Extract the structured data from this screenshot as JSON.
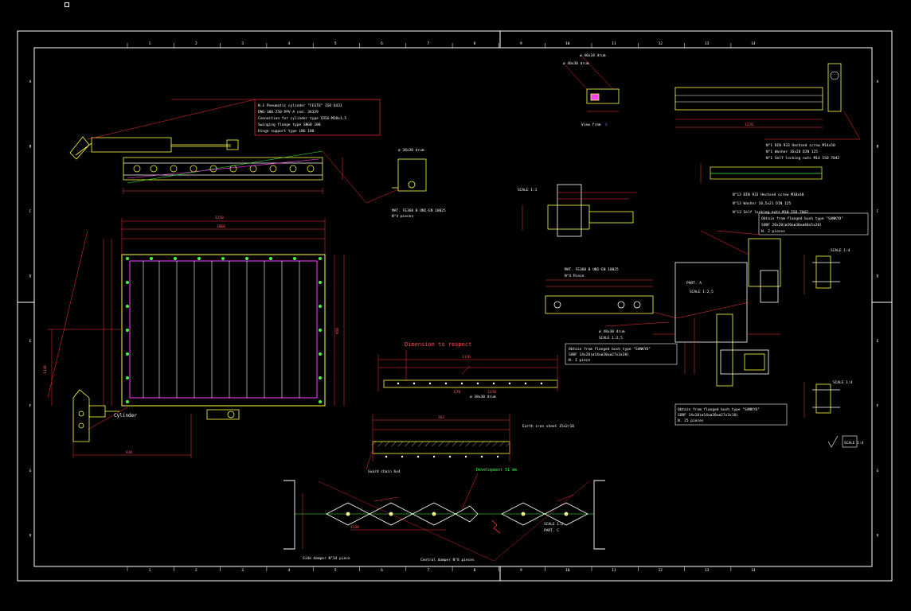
{
  "frame": {
    "zone_numbers": [
      "1",
      "2",
      "3",
      "4",
      "5",
      "6",
      "7",
      "8",
      "9",
      "10",
      "11",
      "12",
      "13",
      "14"
    ],
    "zone_letters": [
      "A",
      "B",
      "C",
      "D",
      "E",
      "F",
      "G",
      "H"
    ]
  },
  "notes": {
    "cylinder_note": [
      "N.1 Pneumatic cylinder \"FESTO\" ISO 6431",
      "DNG-100-250-PPV-A cod. 36329",
      "Connection for cylinder type CRSG-M20x1,5",
      "Swinging flange type SNGB 100",
      "Hinge support type LNG 100"
    ],
    "cylinder_label": "Cylinder",
    "mat_block_1": [
      "MAT. FE360 B UNI-EN 10025",
      "N°4 pieces"
    ],
    "drum_small": "ø 38x30 drum",
    "drum_top_1": "ø 40x18 drum",
    "drum_top_2": "ø 40x30 drum",
    "view_from": "View from",
    "view_letter": "A",
    "scale_1": "SCALE 1:1",
    "mat_block_2": [
      "MAT. FE360 B UNI-EN 10025",
      "N°4 Piece"
    ],
    "part_a": "PART. A",
    "scale_25": "SCALE 1:2,5",
    "drum_mid": "ø 48x30 drum",
    "bush_1": [
      "Obtain from flanged bush type \"SANKYO\"",
      "SOBF 14x20(ø14xø20xø27x3x20)",
      "N. 1 piece"
    ],
    "bush_2": [
      "Obtain from flanged bush type \"SANKYO\"",
      "SOBF 20x20(ø20xø30xø40x5x20)",
      "N. 2 pieces"
    ],
    "bush_3": [
      "Obtain from flanged bush type \"SANKYO\"",
      "SOBF 14x18(ø14xø20xø27x3x18)",
      "N. 25 pieces"
    ],
    "fasteners_top": [
      "N°1 DIN 933 Hechsed screw M14x50",
      "N°1 Washer 16x28 DIN 125",
      "N°1 Self locking nuts M14 ISO 7042"
    ],
    "fasteners_mid": [
      "N°13 DIN 933 Hechsed screw M10x40",
      "N°13 Washer 10,5x21 DIN 125",
      "N°13 Self locking nuts M10 ISO 7042"
    ],
    "dimension_respect": "Dimension to respect",
    "drum_bottom": "ø 38x30 drum",
    "iron_sheet": "Earth iron sheet 15x2/18",
    "guard_chain": "Guard chain 6x4",
    "development": "Development 51 mm",
    "side_damper": "Side damper   N°14 piece",
    "central_damper": "Central damper   N°8 pieces",
    "scale_12": "SCALE 1:2",
    "part_c": "PART. C",
    "scale_14a": "SCALE 1:4",
    "scale_14b": "SCALE 1:4",
    "scale_14c": "SCALE 1:4"
  },
  "dimensions": {
    "overall_width": "1250",
    "inner_width": "1060",
    "height_right": "950",
    "height_left": "1130",
    "base_len": "830",
    "conv_len": "1170",
    "conv_a": "670",
    "conv_b": "1370",
    "right_top": "1270",
    "drum_len": "182",
    "chain_len": "1130"
  },
  "colors": {
    "background": "#000000",
    "frame": "#ffffff",
    "dimension": "#ff3030",
    "part": "#ffff40",
    "accent": "#ff40ff",
    "note_green": "#40ff40"
  }
}
